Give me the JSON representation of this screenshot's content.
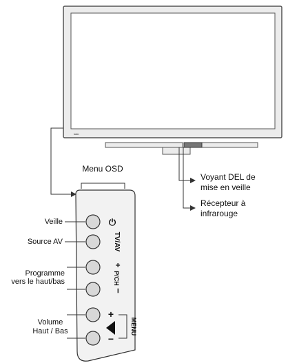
{
  "tv": {
    "brand": "inter"
  },
  "labels": {
    "menu_osd": "Menu OSD",
    "led_line1": "Voyant DEL de",
    "led_line2": "mise en veille",
    "ir_line1": "Récepteur à",
    "ir_line2": "infrarouge",
    "veille": "Veille",
    "source_av": "Source AV",
    "programme_line1": "Programme",
    "programme_line2": "vers le haut/bas",
    "volume_line1": "Volume",
    "volume_line2": "Haut / Bas"
  },
  "buttons": {
    "power_glyph": "⏻",
    "tvav": "TV/AV",
    "pch": "P/CH",
    "plus": "+",
    "minus": "−",
    "menu": "MENU"
  },
  "colors": {
    "tv_frame": "#ececec",
    "tv_outline": "#555555",
    "button_fill": "#d8d8d8",
    "panel_fill": "#f2f2f2",
    "line": "#333333"
  }
}
